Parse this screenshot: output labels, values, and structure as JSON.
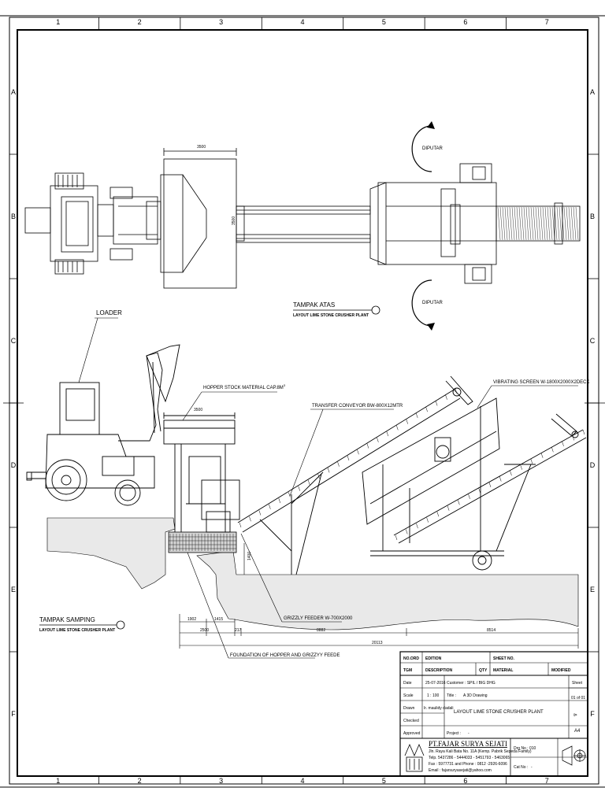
{
  "grid": {
    "columns": [
      "1",
      "2",
      "3",
      "4",
      "5",
      "6",
      "7"
    ],
    "rows": [
      "A",
      "B",
      "C",
      "D",
      "E",
      "F"
    ]
  },
  "top_view": {
    "label": "TAMPAK ATAS",
    "sublabel": "LAYOUT LIME STONE CRUSHER PLANT",
    "rotate_label": "DIPUTAR",
    "hopper_width_dim": "3500",
    "hopper_depth_dim": "3500"
  },
  "side_view": {
    "label": "TAMPAK SAMPING",
    "sublabel": "LAYOUT LIME STONE CRUSHER PLANT",
    "hopper_dim": "3500",
    "height_dim": "1400"
  },
  "callouts": {
    "loader": "LOADER",
    "hopper": "HOPPER STOCK MATERIAL CAP.8M",
    "hopper_sup": "3",
    "conveyor": "TRANSFER CONVEYOR BW-800X12MTR",
    "screen": "VIBRATING SCREEN W-1800X2000X2DECK",
    "feeder": "GRIZZLY FEEDER W-700X2000",
    "foundation": "FOUNDATION OF HOPPER AND GRIZZYY FEEDE"
  },
  "dimensions": {
    "d1902": "1902",
    "d1415": "1415",
    "d2500": "2500",
    "d217": "217",
    "d8882": "8882",
    "d8514": "8514",
    "d20113": "20113"
  },
  "title_block": {
    "row1": [
      "NO.ORD",
      "EDITION",
      "SHEET NO."
    ],
    "row2": [
      "TGM",
      "DESCRIPTION",
      "QTY",
      "MATERIAL",
      "MODIFIED"
    ],
    "date_label": "Date",
    "date_value": "25-07-2016",
    "customer": "Customer : SPIL / BIG DHG",
    "sheet_label": "Sheet",
    "scale_label": "Scale",
    "scale_value": "1 : 100",
    "title_prefix": "Title :",
    "title_sub": "A 3D Drawing",
    "sheet_count": "01 of 01",
    "drawn_label": "Drawn",
    "drawn_value": "Ir. maulidy dadali",
    "main_title": "LAYOUT LIME STONE CRUSHER PLANT",
    "checked_label": "Checked",
    "approved_label": "Approved",
    "project_label": "Project :",
    "project_value": "-",
    "format": "A4",
    "company_name": "PT.FAJAR SURYA SEJATI",
    "address1": "Jln. Raya Kali Bata No. 11A (Kemp. Pabrik Sepeda Family)",
    "address2": "Telp. 5437286 - 5444033 - 5451793 - 5463065",
    "address3": "Fax : 5977731 and Phone : 0812 -2926-6096",
    "address4": "Email : fajarsuryasejati@yahoo.com",
    "drg_label": "Drg No :",
    "drg_value": "010",
    "cat_label": "Cat No :",
    "cat_value": "-"
  }
}
